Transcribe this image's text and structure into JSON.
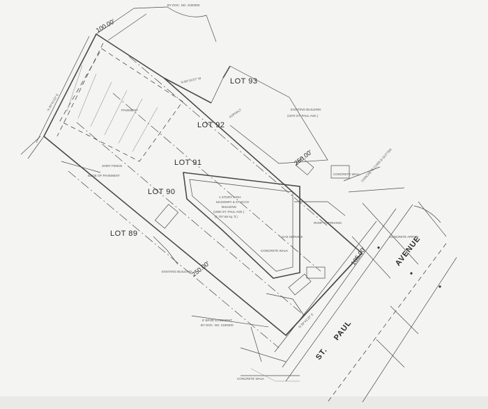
{
  "lots": {
    "lot93": "LOT 93",
    "lot92": "LOT 92",
    "lot91": "LOT 91",
    "lot90": "LOT 90",
    "lot89": "LOT 89"
  },
  "street": {
    "part1": "ST.",
    "part2": "PAUL",
    "part3": "AVENUE"
  },
  "dimensions": {
    "top_width": "100.00'",
    "north_bearing": "N 50°16'37\" W",
    "west_bearing": "N 39°41'23\" E",
    "north_length": "250.00'",
    "south_length": "250.00'",
    "front_width": "105.00'",
    "front_bearing": "N 39°41'23\" E"
  },
  "notes": {
    "existing_building": "EXISTING BUILDING",
    "existing_building_addr": "(1970 ST. PAUL AVE.)",
    "main_building_1": "1 STORY HIGH",
    "main_building_2": "MASONRY & STUCCO",
    "main_building_3": "BUILDING",
    "main_building_4": "(1960 ST. PAUL AVE.)",
    "main_building_5": "(1,707.66 sq. ft.)",
    "pavement": "PAVEMENT",
    "asphalt": "ASPHALT",
    "concrete_walk": "CONCRETE WALK",
    "concrete_wall": "CONCRETE WALL",
    "roof_overhang": "ROOF OVERHANG",
    "easement": "6' BPOE EASEMENT",
    "easement_doc": "BY DOC. NO. 2190300",
    "top_doc": "BY DOC. NO. 2190300",
    "edge_of_pavement": "EDGE OF PAVEMENT",
    "joint_fence": "JOINT FENCE",
    "existing_building_sw": "EXISTING BUILDING",
    "curb_gutter": "CONCRETE CURB & GUTTER",
    "concrete_apron": "CONCRETE APRON",
    "gas_service": "GAS SERVICE",
    "side_walk": "CONCRETE WALK"
  },
  "colors": {
    "paper": "#f4f4f2",
    "ink": "#4a4a4a"
  }
}
